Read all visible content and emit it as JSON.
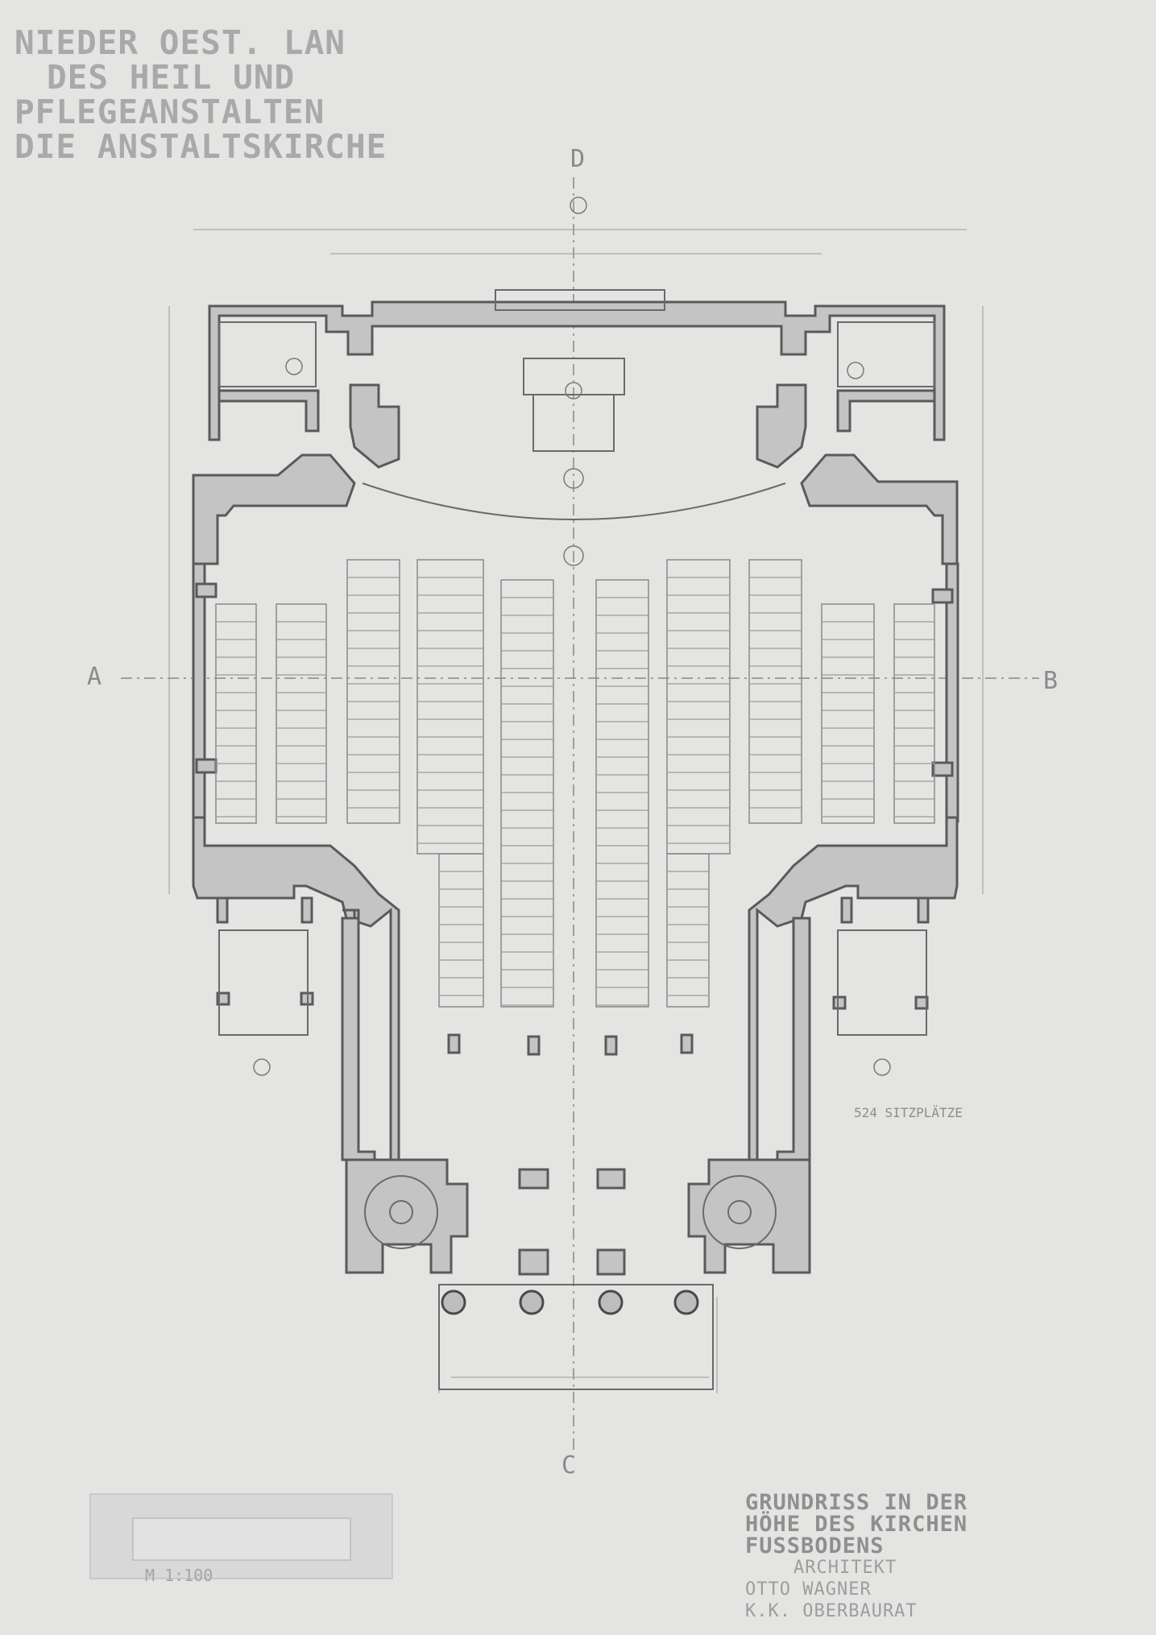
{
  "title": {
    "lines": [
      "NIEDER OEST. LAN",
      "DES HEIL UND",
      "PFLEGEANSTALTEN",
      "DIE ANSTALTSKIRCHE"
    ]
  },
  "section_labels": {
    "top": "D",
    "bottom": "C",
    "left": "A",
    "right": "B"
  },
  "seat_count": "524 SITZPLÄTZE",
  "scale": "M 1:100",
  "caption": {
    "lines": [
      "GRUNDRISS IN DER",
      "HÖHE DES KIRCHEN",
      "FUSSBODENS"
    ],
    "architect_lines": [
      "ARCHITEKT",
      "OTTO WAGNER",
      "K.K. OBERBAURAT"
    ]
  },
  "colors": {
    "paper": "#e4e4e2",
    "wall": "#c4c4c4",
    "line": "#5a5a5a"
  }
}
